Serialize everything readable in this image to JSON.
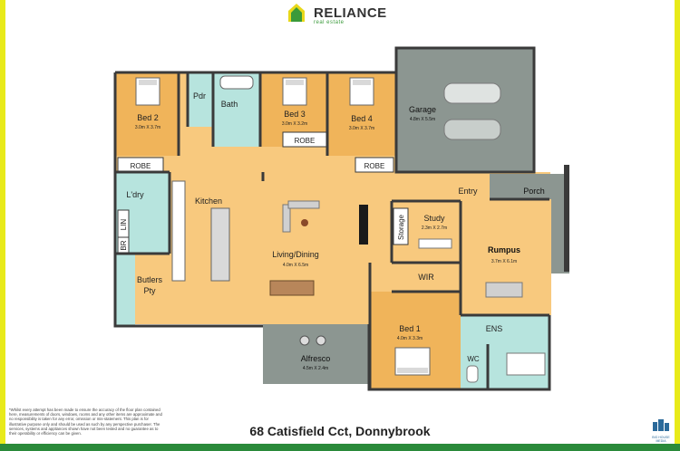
{
  "brand": {
    "name": "RELIANCE",
    "sub": "real estate"
  },
  "address": "68 Catisfield Cct, Donnybrook",
  "disclaimer": "*Whilst every attempt has been made to ensure the accuracy of the floor plan contained here, measurements of doors, windows, rooms and any other items are approximate and no responsibility is taken for any error, omission or mis-statement. This plan is for illustrative purpose only and should be used as such by any perspective purchaser. The services, systems and appliances shown have not been tested and no guarantee as to their operability or efficiency can be given.",
  "credit": "BIG HOUSE MEDIA",
  "rooms": {
    "bed2": {
      "name": "Bed 2",
      "dim": "3.0m X 3.7m"
    },
    "pdr": {
      "name": "Pdr"
    },
    "bath": {
      "name": "Bath"
    },
    "bed3": {
      "name": "Bed 3",
      "dim": "3.0m X 3.2m"
    },
    "bed4": {
      "name": "Bed 4",
      "dim": "3.0m X 3.7m"
    },
    "garage": {
      "name": "Garage",
      "dim": "4.8m X 5.5m"
    },
    "robe_bed2": {
      "name": "ROBE"
    },
    "robe_bed3": {
      "name": "ROBE"
    },
    "robe_bed4": {
      "name": "ROBE"
    },
    "entry": {
      "name": "Entry"
    },
    "porch": {
      "name": "Porch"
    },
    "ldry": {
      "name": "L'dry"
    },
    "kitchen": {
      "name": "Kitchen"
    },
    "lin": {
      "name": "LIN"
    },
    "br": {
      "name": "BR"
    },
    "storage": {
      "name": "Storage"
    },
    "study": {
      "name": "Study",
      "dim": "2.3m X 2.7m"
    },
    "rumpus": {
      "name": "Rumpus",
      "dim": "3.7m X 6.1m"
    },
    "living": {
      "name": "Living/Dining",
      "dim": "4.0m X 6.5m"
    },
    "butlers1": {
      "name": "Butlers"
    },
    "butlers2": {
      "name": "Pty"
    },
    "wir": {
      "name": "WIR"
    },
    "bed1": {
      "name": "Bed 1",
      "dim": "4.0m X 3.3m"
    },
    "ens": {
      "name": "ENS"
    },
    "wc": {
      "name": "WC"
    },
    "alfresco": {
      "name": "Alfresco",
      "dim": "4.5m X 2.4m"
    }
  },
  "colors": {
    "floor": "#f8c97e",
    "bedroom": "#f0b45a",
    "wet": "#b7e4de",
    "garage": "#8c9691",
    "robe": "#ffffff",
    "wall": "#3a3a3a",
    "brand_green": "#3a9a3a",
    "brand_yellow": "#e8d81a"
  }
}
